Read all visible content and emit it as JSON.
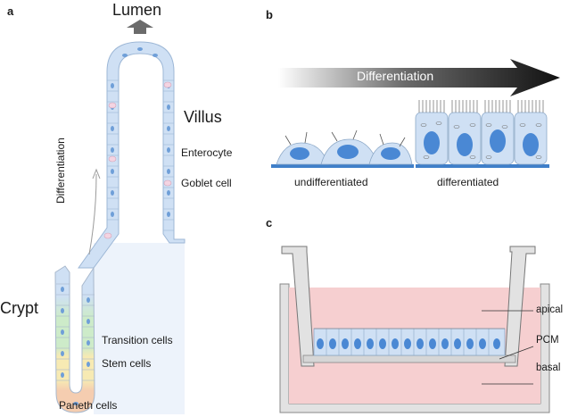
{
  "panels": {
    "a": "a",
    "b": "b",
    "c": "c"
  },
  "panel_a": {
    "lumen": "Lumen",
    "villus": "Villus",
    "crypt": "Crypt",
    "differentiation": "Differentiation",
    "enterocyte": "Enterocyte",
    "goblet_cell": "Goblet cell",
    "transition_cells": "Transition cells",
    "stem_cells": "Stem cells",
    "paneth_cells": "Paneth cells"
  },
  "panel_b": {
    "arrow_label": "Differentiation",
    "undifferentiated": "undifferentiated",
    "differentiated": "differentiated"
  },
  "panel_c": {
    "apical": "apical",
    "pcm": "PCM",
    "basal": "basal"
  },
  "colors": {
    "epithelium": "#cfe0f4",
    "nucleus": "#4a88d4",
    "transition_zone": "#cdebc9",
    "stem_zone": "#f7eab3",
    "paneth_zone": "#f5cdb0",
    "medium": "#f6cfd0",
    "well": "#e2e2e2"
  }
}
